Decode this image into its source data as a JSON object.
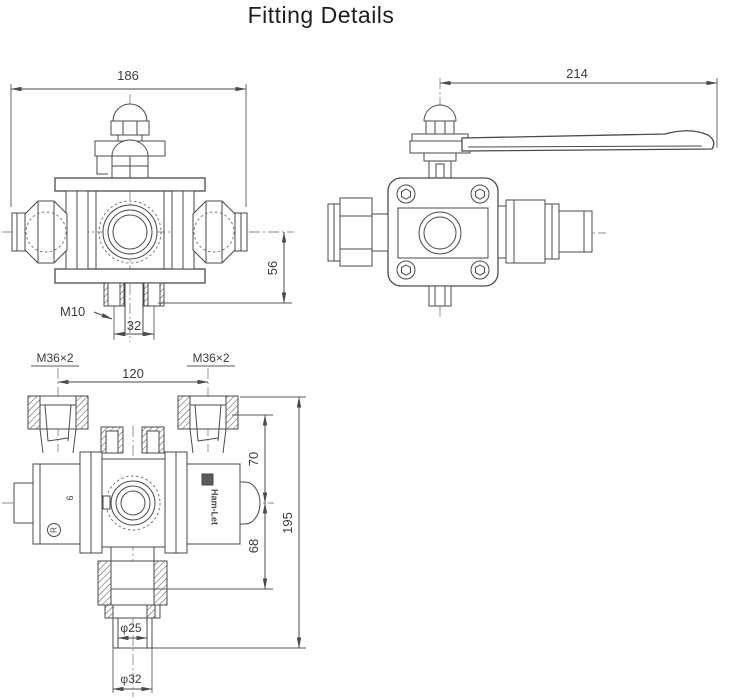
{
  "title": "Fitting Details",
  "drawing": {
    "front_view": {
      "dim_width": "186",
      "dim_center_to_base": "56",
      "label_stud_thread": "M10",
      "dim_stud_spacing": "32"
    },
    "side_view": {
      "dim_handle_length": "214"
    },
    "bottom_view": {
      "label_port_thread_left": "M36×2",
      "label_port_thread_right": "M36×2",
      "dim_port_spacing": "120",
      "dim_center_to_port_shoulder": "70",
      "dim_center_to_outlet_nut": "68",
      "dim_overall_height": "195",
      "dim_outlet_bore": "φ25",
      "dim_outlet_od": "φ32",
      "stamp_size": "6",
      "stamp_cert": "R",
      "stamp_brand": "Ham-Let"
    }
  }
}
